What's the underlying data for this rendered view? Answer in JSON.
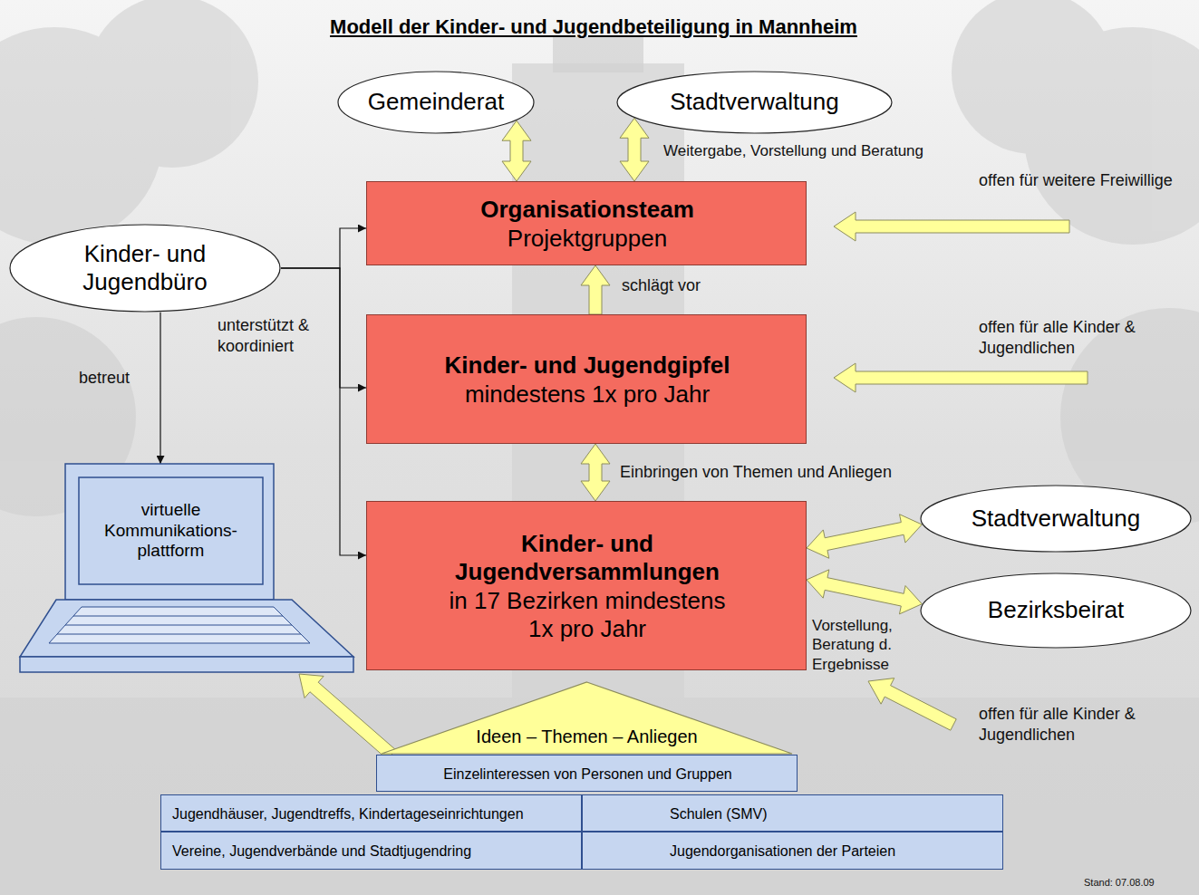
{
  "diagram": {
    "title": "Modell der Kinder- und Jugendbeteiligung in Mannheim",
    "nodes": [
      {
        "text": [
          "Gemeinderat"
        ]
      },
      {
        "text": [
          "Stadtverwaltung"
        ]
      },
      {
        "text": [
          "Organisationsteam",
          "Projektgruppen"
        ]
      },
      {
        "text": [
          "Kinder- und Jugendbüro"
        ]
      },
      {
        "text": [
          "Kinder- und Jugendgipfel",
          "mindestens 1x pro Jahr"
        ]
      },
      {
        "text": [
          "virtuelle Kommunikations- plattform"
        ]
      },
      {
        "text": [
          "Kinder- und Jugendversammlungen",
          "in 17 Bezirken mindestens 1x pro Jahr"
        ]
      },
      {
        "text": [
          "Stadtverwaltung"
        ]
      },
      {
        "text": [
          "Bezirksbeirat"
        ]
      },
      {
        "text": [
          "Ideen – Themen – Anliegen"
        ]
      },
      {
        "text": [
          "Einzelinteressen von Personen und Gruppen"
        ]
      },
      {
        "text": [
          "Jugendhäuser, Jugendtreffs, Kindertageseinrichtungen"
        ]
      },
      {
        "text": [
          "Schulen (SMV)"
        ]
      },
      {
        "text": [
          "Vereine, Jugendverbände und Stadtjugendring"
        ]
      },
      {
        "text": [
          "Jugendorganisationen der Parteien"
        ]
      }
    ],
    "edges": [
      {
        "from": 2,
        "to": 0,
        "arrow": "both"
      },
      {
        "from": 2,
        "to": 1,
        "arrow": "both",
        "label": "Weitergabe, Vorstellung und Beratung"
      },
      {
        "from": 4,
        "to": 2,
        "arrow": "to",
        "label": "schlägt vor"
      },
      {
        "from": 4,
        "to": 6,
        "arrow": "both",
        "label": "Einbringen von Themen und Anliegen"
      },
      {
        "from": 6,
        "to": 7,
        "arrow": "both"
      },
      {
        "from": 6,
        "to": 8,
        "arrow": "both",
        "label": "Vorstellung, Beratung d. Ergebnisse"
      },
      {
        "from": 3,
        "to": 2,
        "arrow": "to"
      },
      {
        "from": 3,
        "to": 4,
        "arrow": "to",
        "label": "unterstützt & koordiniert"
      },
      {
        "from": 3,
        "to": 6,
        "arrow": "to"
      },
      {
        "from": 3,
        "to": 5,
        "arrow": "to",
        "label": "betreut"
      },
      {
        "from": 10,
        "to": 5,
        "arrow": "to"
      }
    ],
    "labels": [
      "offen für weitere Freiwillige",
      "offen für alle Kinder & Jugendlichen",
      "offen für alle Kinder & Jugendlichen",
      "Stand: 07.08.09"
    ]
  }
}
